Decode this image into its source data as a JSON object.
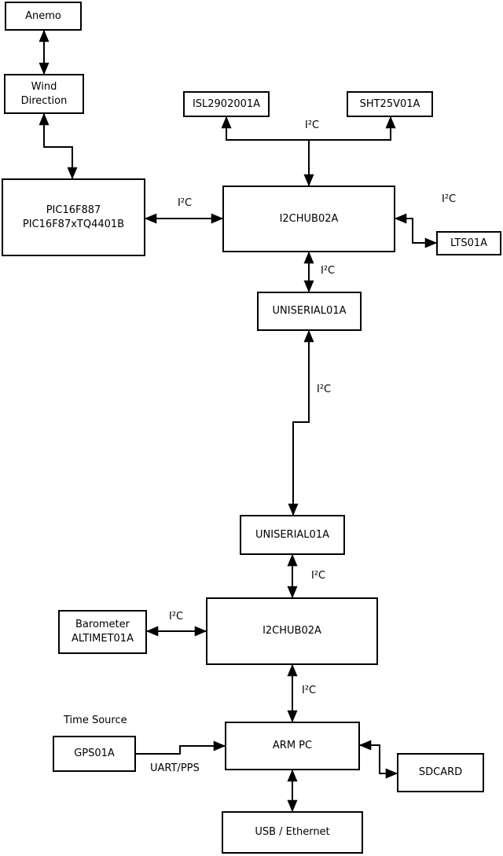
{
  "diagram": {
    "nodes": {
      "anemo": "Anemo",
      "wind_direction": "Wind\nDirection",
      "pic": "PIC16F887\nPIC16F87xTQ4401B",
      "isl": "ISL2902001A",
      "sht": "SHT25V01A",
      "hub1": "I2CHUB02A",
      "lts": "LTS01A",
      "uniserial1": "UNISERIAL01A",
      "uniserial2": "UNISERIAL01A",
      "barometer": "Barometer\nALTIMET01A",
      "hub2": "I2CHUB02A",
      "gps": "GPS01A",
      "armpc": "ARM PC",
      "sdcard": "SDCARD",
      "usb": "USB / Ethernet"
    },
    "edge_labels": {
      "i2c_sensors": "I²C",
      "i2c_pic_hub1": "I²C",
      "i2c_hub1_lts": "I²C",
      "i2c_hub1_uniserial1": "I²C",
      "i2c_uniserial_link": "I²C",
      "i2c_uniserial2_hub2": "I²C",
      "i2c_barometer_hub2": "I²C",
      "i2c_hub2_armpc": "I²C",
      "time_source": "Time Source",
      "uart_pps": "UART/PPS"
    }
  }
}
